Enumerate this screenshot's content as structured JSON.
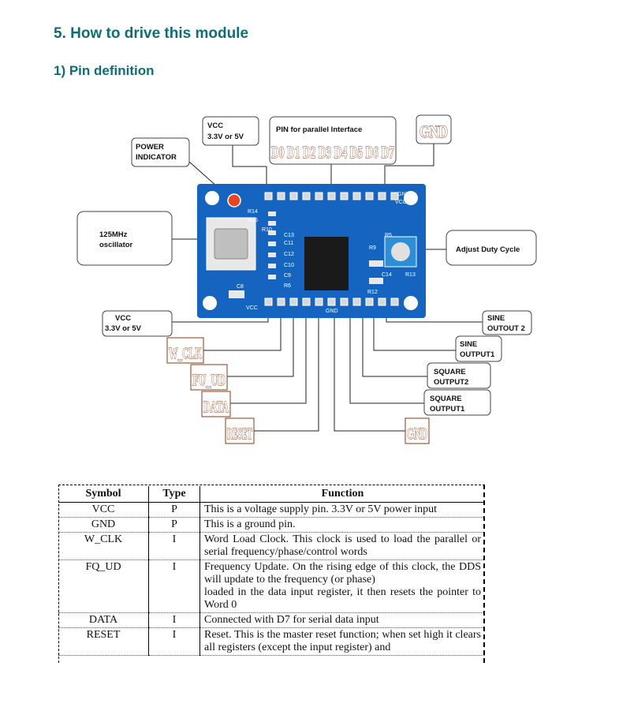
{
  "headings": {
    "section": "5. How to drive this module",
    "subsection": "1) Pin definition"
  },
  "diagram": {
    "labels": {
      "vcc_top": [
        "VCC",
        "3.3V or 5V"
      ],
      "power_indicator": [
        "POWER",
        "INDICATOR"
      ],
      "parallel": "PIN for parallel Interface",
      "data_pins": "D0 D1 D2 D3 D4 D5 D6 D7",
      "gnd_top": "GND",
      "oscillator": [
        "125MHz",
        "oscillator"
      ],
      "adjust": "Adjust Duty Cycle",
      "vcc_left": [
        "VCC",
        "3.3V or 5V"
      ],
      "w_clk": "W_CLK",
      "fq_ud": "FU_UD",
      "data": "DATA",
      "reset": "RESET",
      "gnd_bottom": "GND",
      "sine2": [
        "SINE",
        "OUTOUT 2"
      ],
      "sine1": [
        "SINE",
        "OUTPUT1"
      ],
      "square2": [
        "SQUARE",
        "OUTPUT2"
      ],
      "square1": [
        "SQUARE",
        "OUTPUT1"
      ]
    },
    "pcb_marks": [
      "R14",
      "R15",
      "R10",
      "C13",
      "C11",
      "C12",
      "C10",
      "C9",
      "R6",
      "C8",
      "VCC",
      "GND",
      "R9",
      "C14",
      "R13",
      "R12",
      "R5",
      "VCC",
      "GND"
    ],
    "colors": {
      "pcb": "#1565c0",
      "heading": "#0e6e74",
      "pin_label_outline": "#8b3a14"
    }
  },
  "table": {
    "headers": [
      "Symbol",
      "Type",
      "Function"
    ],
    "rows": [
      {
        "symbol": "VCC",
        "type": "P",
        "function": "This is a voltage supply pin. 3.3V or 5V power input"
      },
      {
        "symbol": "GND",
        "type": "P",
        "function": "This is a ground pin."
      },
      {
        "symbol": "W_CLK",
        "type": "I",
        "function": "Word Load Clock. This clock is used to load the parallel or serial frequency/phase/control words"
      },
      {
        "symbol": "FQ_UD",
        "type": "I",
        "function": "Frequency Update. On the rising edge of this clock, the DDS will update to the frequency (or phase)",
        "function2": "loaded in the data input register, it then resets the pointer to Word 0"
      },
      {
        "symbol": "DATA",
        "type": "I",
        "function": "Connected with D7 for serial data input"
      },
      {
        "symbol": "RESET",
        "type": "I",
        "function": "Reset. This is the master reset function; when set high it clears all registers (except the input register) and"
      }
    ]
  }
}
